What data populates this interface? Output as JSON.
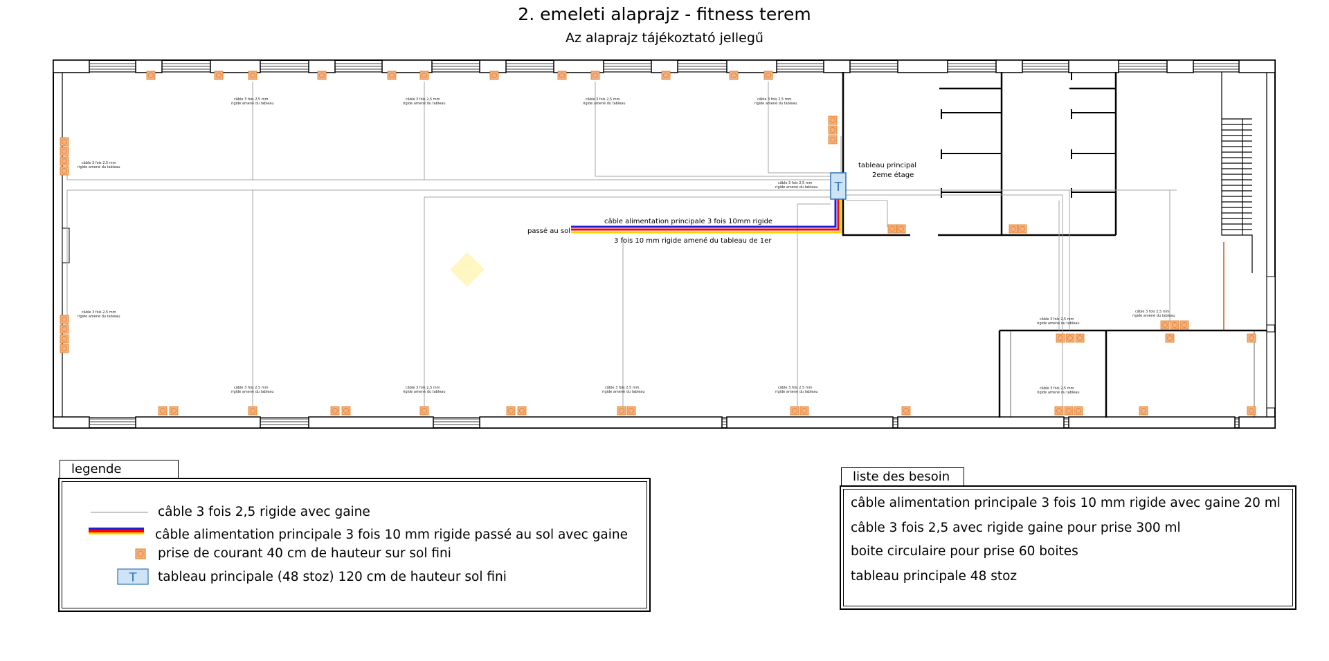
{
  "header": {
    "title": "2. emeleti alaprajz - fitness terem",
    "subtitle": "Az alaprajz tájékoztató jellegű"
  },
  "plan": {
    "panel_label_line1": "tableau principal",
    "panel_label_line2": "2eme étage",
    "main_cable_label": "câble alimentation principale 3 fois 10mm rigide",
    "floor_label": "passé au sol",
    "main_cable_sublabel": "3 fois 10 mm rigide amené du tableau de 1er",
    "small_cable_note_1": "câble 3 fois 2,5 mm",
    "small_cable_note_2": "rigide amené du tableau",
    "panel_symbol": "T"
  },
  "legend": {
    "tab": "legende",
    "items": [
      {
        "label": "câble 3 fois 2,5 rigide avec gaine"
      },
      {
        "label": "câble alimentation principale 3 fois 10 mm  rigide  passé au sol avec gaine"
      },
      {
        "label": "prise de courant 40 cm de hauteur sur sol fini"
      },
      {
        "label": "tableau principale (48 stoz)  120 cm de hauteur sol fini"
      }
    ]
  },
  "needs": {
    "tab": "liste des besoin",
    "items": [
      "câble alimentation principale 3 fois 10 mm rigide avec gaine 20 ml",
      "câble 3 fois 2,5 avec rigide gaine pour prise  300 ml",
      "boite circulaire pour prise 60 boites",
      "tableau principale 48 stoz"
    ]
  },
  "colors": {
    "outlet_fill": "#f4b183",
    "outlet_stroke": "#e07b1a",
    "panel_fill": "#cfe3f7",
    "panel_stroke": "#2e75b6",
    "cable_thin": "#a6a6a6",
    "main_red": "#ff0000",
    "main_blue": "#1f1fd6",
    "main_yellow": "#ffd700",
    "diamond": "#fff6c2"
  }
}
